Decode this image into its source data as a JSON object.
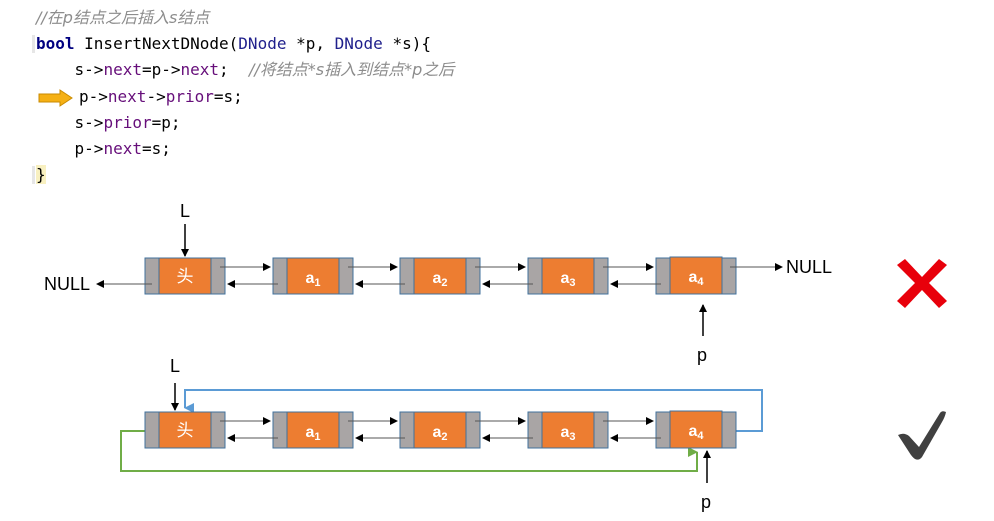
{
  "code": {
    "comment_top": "//在p结点之后插入s结点",
    "signature": {
      "keyword": "bool",
      "name": " InsertNextDNode(",
      "type1": "DNode",
      "param1": " *p, ",
      "type2": "DNode",
      "param2": " *s){"
    },
    "lines": [
      {
        "pre": "    s->",
        "field": "next",
        "mid": "=p->",
        "field2": "next",
        "post": ";",
        "comment": "    //将结点*s插入到结点*p之后"
      },
      {
        "pre": "p->",
        "field": "next",
        "mid": "->",
        "field2": "prior",
        "post": "=s;"
      },
      {
        "pre": "    s->",
        "field": "prior",
        "post": "=p;"
      },
      {
        "pre": "    p->",
        "field": "next",
        "post": "=s;"
      }
    ],
    "closing": "}",
    "current_line_indicator": "arrow-right-icon",
    "indicator_color": "#f5b014"
  },
  "diagrams": [
    {
      "id": "wrong",
      "head_pointer_label": "L",
      "head_label": "头",
      "nodes": [
        "a1",
        "a2",
        "a3",
        "a4"
      ],
      "node_main": [
        "a",
        "a",
        "a",
        "a"
      ],
      "node_sub": [
        "1",
        "2",
        "3",
        "4"
      ],
      "left_null": "NULL",
      "right_null": "NULL",
      "p_label": "p",
      "verdict": "wrong",
      "verdict_icon": "cross-icon",
      "verdict_color": "#e8000b"
    },
    {
      "id": "right",
      "head_pointer_label": "L",
      "head_label": "头",
      "node_main": [
        "a",
        "a",
        "a",
        "a"
      ],
      "node_sub": [
        "1",
        "2",
        "3",
        "4"
      ],
      "p_label": "p",
      "verdict": "right",
      "verdict_icon": "check-icon",
      "verdict_color": "#404040",
      "link_colors": {
        "next_wrap": "#5b9bd5",
        "prior_wrap": "#70ad47"
      }
    }
  ],
  "colors": {
    "node_body": "#ed7d31",
    "node_pointer": "#a9a5a5",
    "node_border": "#41719c"
  }
}
